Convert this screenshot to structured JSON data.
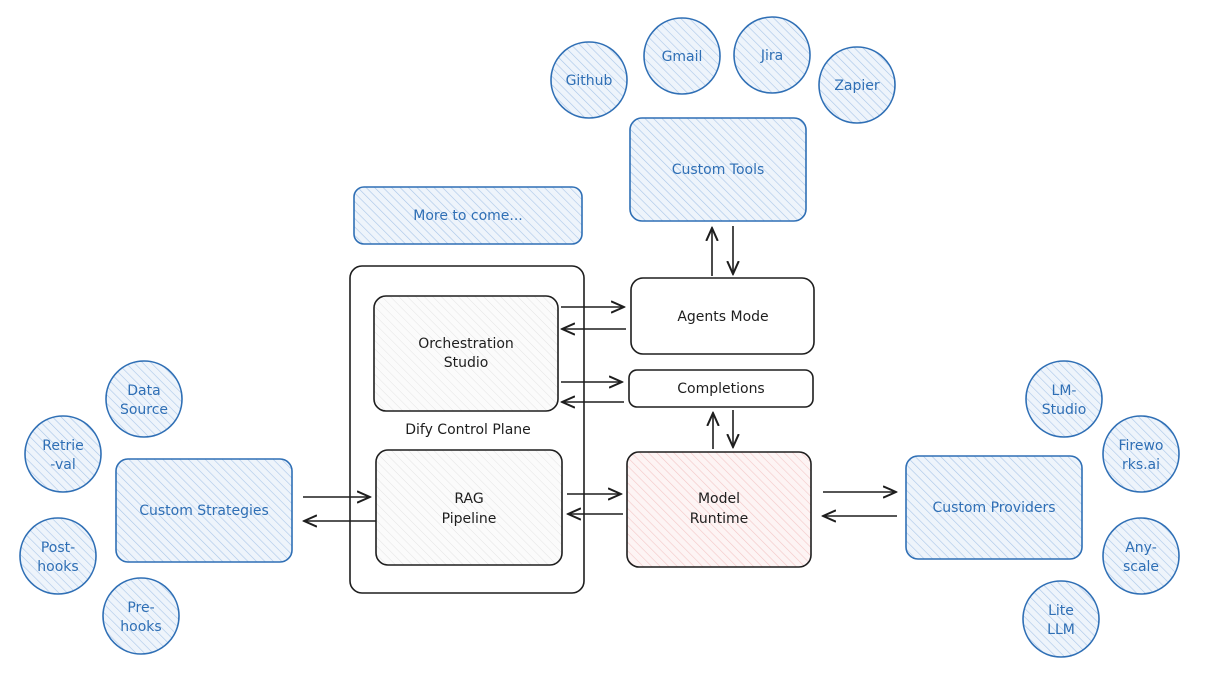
{
  "colors": {
    "accent_blue": "#2f6fb5",
    "ink": "#1e1e1e",
    "runtime_tint": "#f3c7c7"
  },
  "diagram": {
    "control_plane": {
      "label": "Dify Control Plane"
    },
    "orchestration": {
      "line1": "Orchestration",
      "line2": "Studio"
    },
    "rag": {
      "line1": "RAG",
      "line2": "Pipeline"
    },
    "more": {
      "label": "More to come..."
    },
    "agents": {
      "label": "Agents Mode"
    },
    "completions": {
      "label": "Completions"
    },
    "runtime": {
      "line1": "Model",
      "line2": "Runtime"
    },
    "custom_tools": {
      "label": "Custom Tools"
    },
    "custom_strategies": {
      "label": "Custom Strategies"
    },
    "custom_providers": {
      "label": "Custom Providers"
    },
    "tools": {
      "github": "Github",
      "gmail": "Gmail",
      "jira": "Jira",
      "zapier": "Zapier"
    },
    "strategies": {
      "data_source": {
        "line1": "Data",
        "line2": "Source"
      },
      "retrieval": {
        "line1": "Retrie",
        "line2": "-val"
      },
      "post_hooks": {
        "line1": "Post-",
        "line2": "hooks"
      },
      "pre_hooks": {
        "line1": "Pre-",
        "line2": "hooks"
      }
    },
    "providers": {
      "lm_studio": {
        "line1": "LM-",
        "line2": "Studio"
      },
      "fireworks": {
        "line1": "Firewo",
        "line2": "rks.ai"
      },
      "anyscale": {
        "line1": "Any-",
        "line2": "scale"
      },
      "litellm": {
        "line1": "Lite",
        "line2": "LLM"
      }
    }
  }
}
